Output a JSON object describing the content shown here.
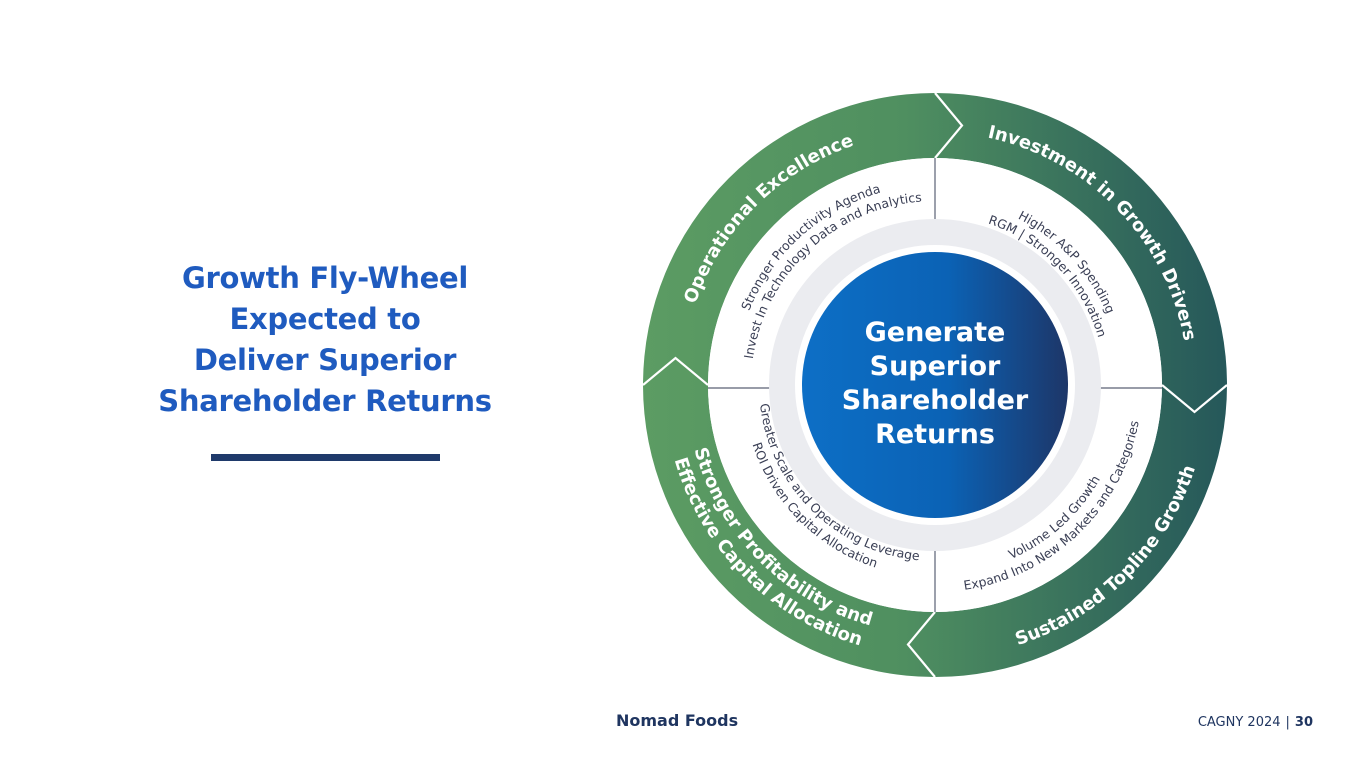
{
  "title": {
    "lines": [
      "Growth Fly-Wheel",
      "Expected to",
      "Deliver Superior",
      "Shareholder Returns"
    ]
  },
  "wheel": {
    "center": {
      "lines": [
        "Generate",
        "Superior",
        "Shareholder",
        "Returns"
      ]
    },
    "segments": [
      {
        "id": "top-left",
        "label_lines": [
          "Operational Excellence"
        ],
        "sub_lines": [
          "Stronger Productivity Agenda",
          "Invest In Technology Data and Analytics"
        ]
      },
      {
        "id": "top-right",
        "label_lines": [
          "Investment in Growth Drivers"
        ],
        "sub_lines": [
          "Higher A&P Spending",
          "RGM | Stronger Innovation"
        ]
      },
      {
        "id": "bottom-right",
        "label_lines": [
          "Sustained Topline Growth"
        ],
        "sub_lines": [
          "Volume Led Growth",
          "Expand Into New Markets and Categories"
        ]
      },
      {
        "id": "bottom-left",
        "label_lines": [
          "Stronger Profitability and",
          "Effective Capital Allocation"
        ],
        "sub_lines": [
          "Greater Scale and Operating Leverage",
          "ROI Driven Capital Allocation"
        ]
      }
    ],
    "colors": {
      "green_light": "#5c9c63",
      "green_dark": "#25575a",
      "blue_light": "#0d6fc6",
      "blue_dark": "#1d3668",
      "gray_ring": "#ebecf0"
    }
  },
  "footer": {
    "logo": "Nomad Foods",
    "event": "CAGNY 2024",
    "separator": "|",
    "page": "30"
  }
}
